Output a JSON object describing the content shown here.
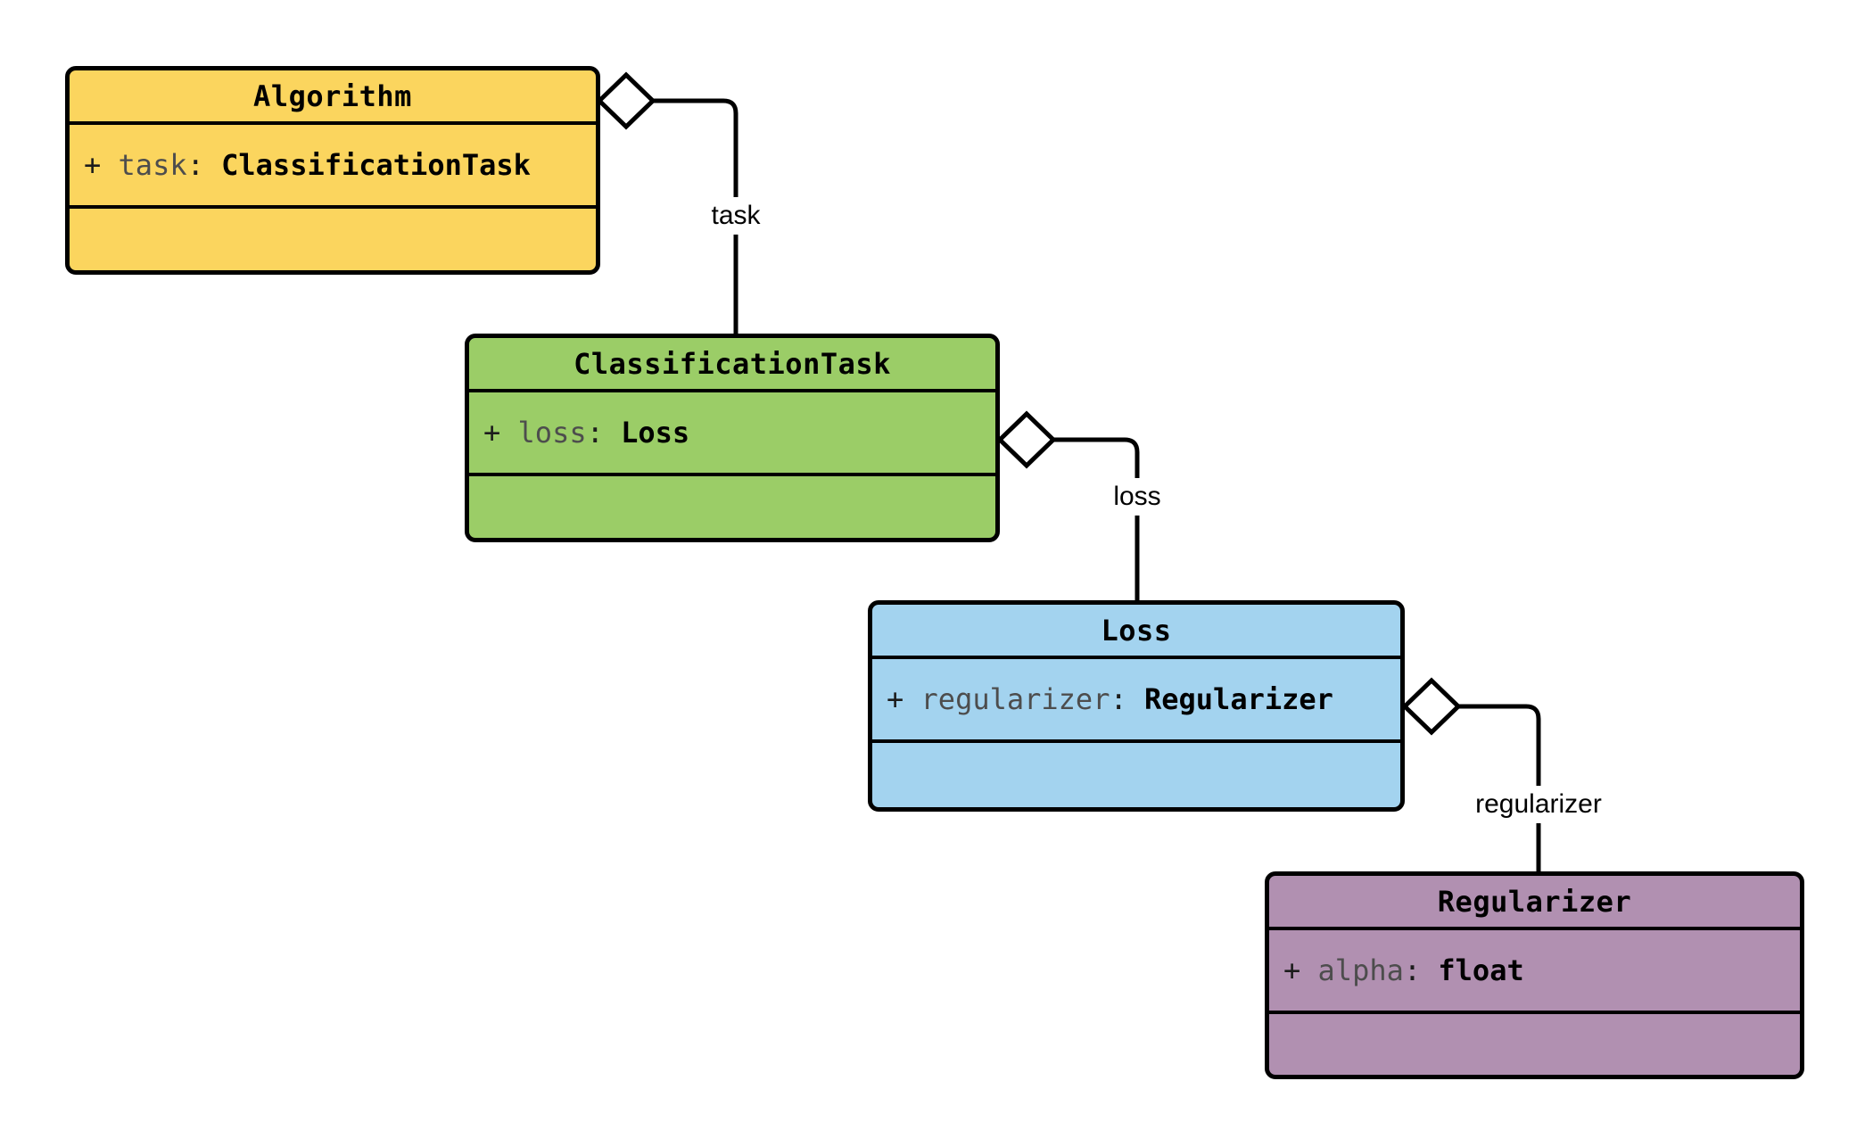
{
  "diagram": {
    "background": "#ffffff",
    "line_color": "#000000",
    "classes": [
      {
        "name": "Algorithm",
        "fill": "#FBD55E",
        "attribute": {
          "visibility": "+ ",
          "name": "task",
          "separator": ": ",
          "type": "ClassificationTask"
        }
      },
      {
        "name": "ClassificationTask",
        "fill": "#9BCD67",
        "attribute": {
          "visibility": "+ ",
          "name": "loss",
          "separator": ": ",
          "type": "Loss"
        }
      },
      {
        "name": "Loss",
        "fill": "#A3D3EF",
        "attribute": {
          "visibility": "+ ",
          "name": "regularizer",
          "separator": ": ",
          "type": "Regularizer"
        }
      },
      {
        "name": "Regularizer",
        "fill": "#B190B1",
        "attribute": {
          "visibility": "+ ",
          "name": "alpha",
          "separator": ": ",
          "type": "float"
        }
      }
    ],
    "edges": [
      {
        "label": "task",
        "from": "Algorithm",
        "to": "ClassificationTask",
        "kind": "aggregation"
      },
      {
        "label": "loss",
        "from": "ClassificationTask",
        "to": "Loss",
        "kind": "aggregation"
      },
      {
        "label": "regularizer",
        "from": "Loss",
        "to": "Regularizer",
        "kind": "aggregation"
      }
    ],
    "colors": {
      "border": "#000000",
      "attribute_name_text": "#4d4d4d",
      "type_text": "#000000",
      "edge_label_background": "#ffffff"
    }
  }
}
